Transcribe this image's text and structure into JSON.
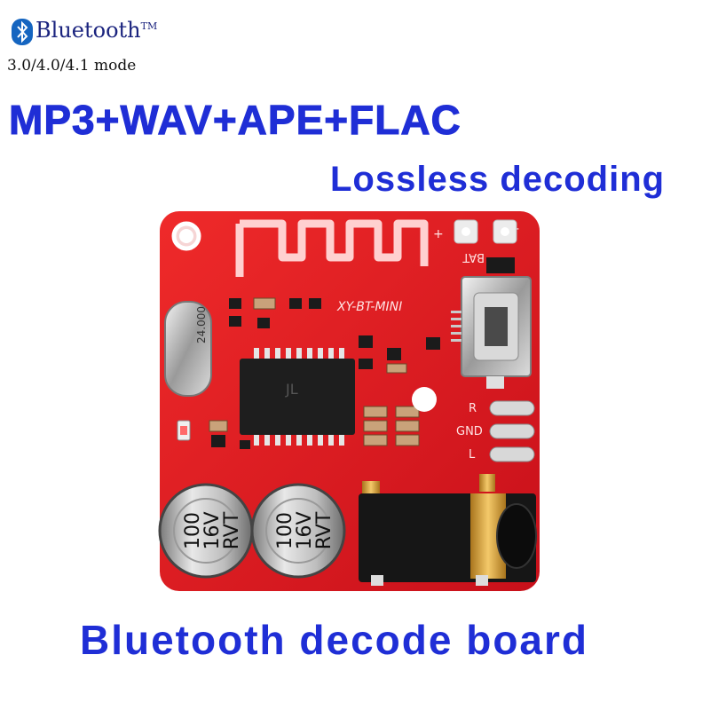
{
  "brand": {
    "icon": "bluetooth-icon",
    "name": "Bluetooth",
    "trademark": "TM",
    "mode": "3.0/4.0/4.1 mode"
  },
  "headline": "MP3+WAV+APE+FLAC",
  "subheadline": "Lossless decoding",
  "footer": "Bluetooth decode board",
  "board": {
    "model": "XY-BT-MINI",
    "crystal": "24.000",
    "chip_logo": "JL",
    "bat_label": "BAT",
    "plus_label": "+",
    "minus_label": "-",
    "pins": [
      "R",
      "GND",
      "L"
    ],
    "cap1": [
      "100",
      "16V",
      "RVT"
    ],
    "cap2": [
      "100",
      "16V",
      "RVT"
    ],
    "colors": {
      "pcb": "#e3121c",
      "text_blue": "#1f2ed6"
    }
  }
}
